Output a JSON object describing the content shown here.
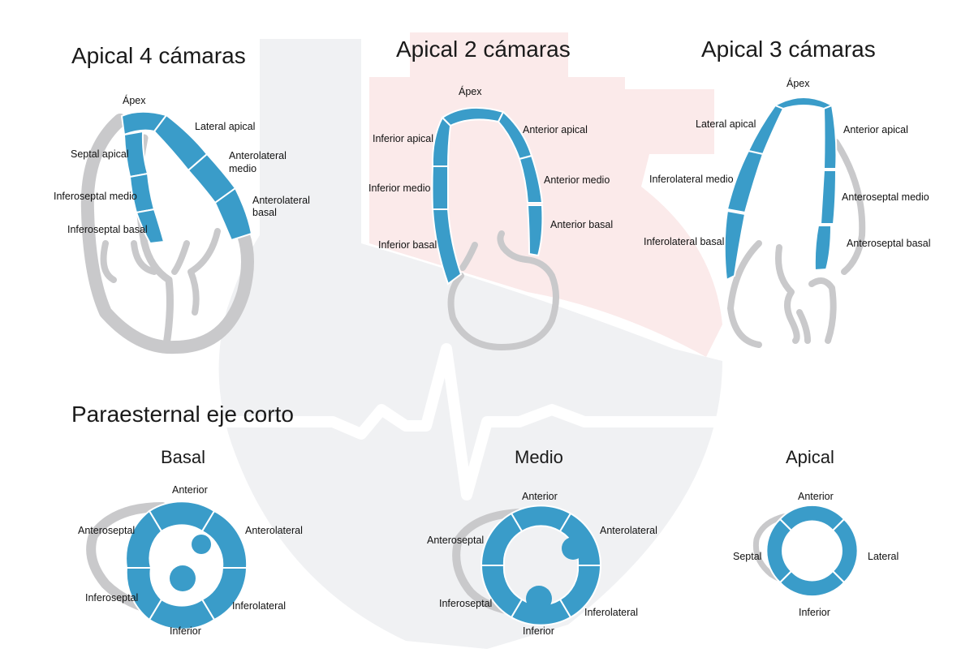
{
  "colors": {
    "segment": "#3a9cc9",
    "wall": "#c9c9cb",
    "background_heart": "#f0f1f3",
    "background_accent": "#fbeaea"
  },
  "titles": {
    "a4c": "Apical 4 cámaras",
    "a2c": "Apical 2 cámaras",
    "a3c": "Apical 3 cámaras",
    "psax": "Paraesternal eje corto"
  },
  "a4c": {
    "apex": "Ápex",
    "lateral_apical": "Lateral apical",
    "septal_apical": "Septal apical",
    "anterolateral_medio": [
      "Anterolateral",
      "medio"
    ],
    "anterolateral_basal": [
      "Anterolateral",
      "basal"
    ],
    "inferoseptal_medio": "Inferoseptal medio",
    "inferoseptal_basal": "Inferoseptal basal"
  },
  "a2c": {
    "apex": "Ápex",
    "inferior_apical": "Inferior apical",
    "anterior_apical": "Anterior apical",
    "inferior_medio": "Inferior medio",
    "anterior_medio": "Anterior medio",
    "anterior_basal": "Anterior basal",
    "inferior_basal": "Inferior basal"
  },
  "a3c": {
    "apex": "Ápex",
    "lateral_apical": "Lateral apical",
    "anterior_apical": "Anterior apical",
    "inferolateral_medio": "Inferolateral medio",
    "anteroseptal_medio": "Anteroseptal medio",
    "inferolateral_basal": "Inferolateral basal",
    "anteroseptal_basal": "Anteroseptal basal"
  },
  "basal": {
    "title": "Basal",
    "anterior": "Anterior",
    "anteroseptal": "Anteroseptal",
    "anterolateral": "Anterolateral",
    "inferoseptal": "Inferoseptal",
    "inferolateral": "Inferolateral",
    "inferior": "Inferior"
  },
  "medio": {
    "title": "Medio",
    "anterior": "Anterior",
    "anteroseptal": "Anteroseptal",
    "anterolateral": "Anterolateral",
    "inferoseptal": "Inferoseptal",
    "inferolateral": "Inferolateral",
    "inferior": "Inferior"
  },
  "apical": {
    "title": "Apical",
    "anterior": "Anterior",
    "septal": "Septal",
    "lateral": "Lateral",
    "inferior": "Inferior"
  }
}
